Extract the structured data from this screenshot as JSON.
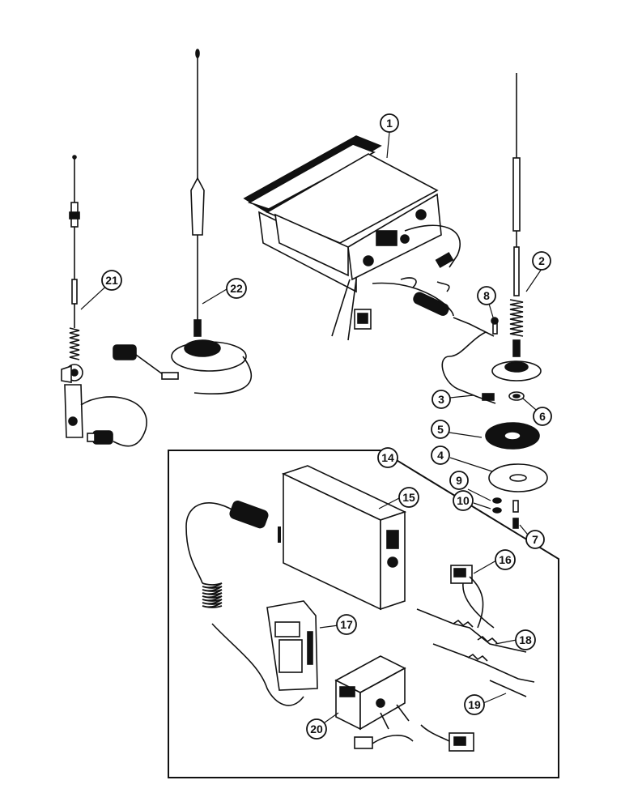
{
  "diagram": {
    "callouts": [
      {
        "id": "1",
        "label": "1"
      },
      {
        "id": "2",
        "label": "2"
      },
      {
        "id": "3",
        "label": "3"
      },
      {
        "id": "4",
        "label": "4"
      },
      {
        "id": "5",
        "label": "5"
      },
      {
        "id": "6",
        "label": "6"
      },
      {
        "id": "7",
        "label": "7"
      },
      {
        "id": "8",
        "label": "8"
      },
      {
        "id": "9",
        "label": "9"
      },
      {
        "id": "10",
        "label": "10"
      },
      {
        "id": "14",
        "label": "14"
      },
      {
        "id": "15",
        "label": "15"
      },
      {
        "id": "16",
        "label": "16"
      },
      {
        "id": "17",
        "label": "17"
      },
      {
        "id": "18",
        "label": "18"
      },
      {
        "id": "19",
        "label": "19"
      },
      {
        "id": "20",
        "label": "20"
      },
      {
        "id": "21",
        "label": "21"
      },
      {
        "id": "22",
        "label": "22"
      }
    ],
    "colors": {
      "ink": "#111111",
      "paper": "#ffffff"
    }
  }
}
